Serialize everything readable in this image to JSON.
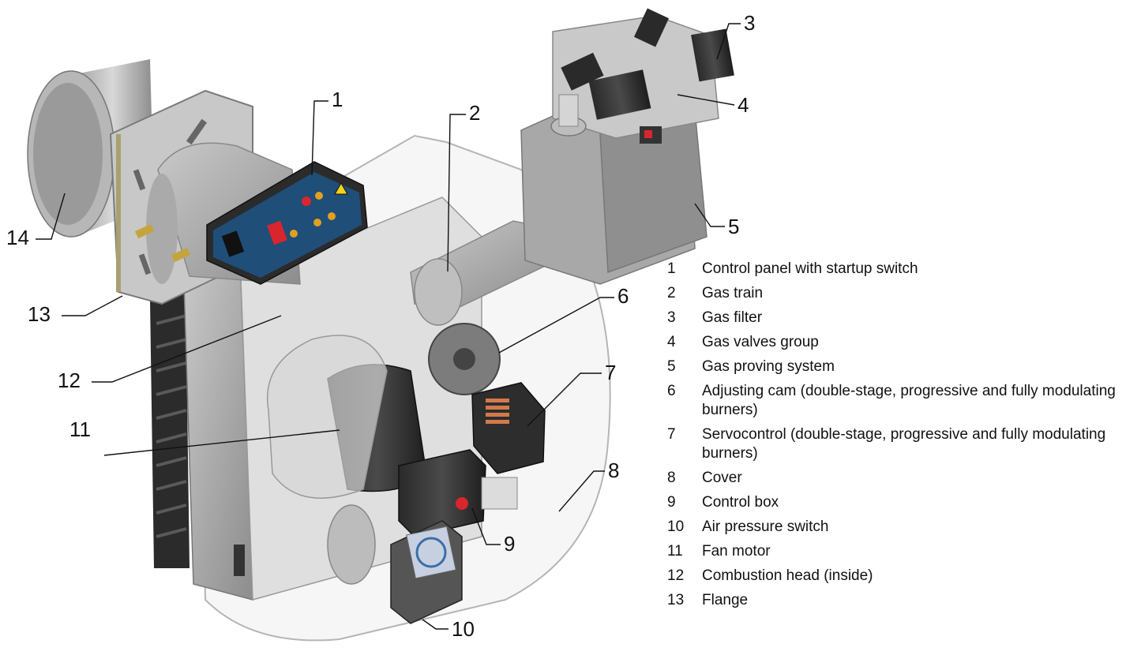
{
  "callouts": [
    {
      "num": "1"
    },
    {
      "num": "2"
    },
    {
      "num": "3"
    },
    {
      "num": "4"
    },
    {
      "num": "5"
    },
    {
      "num": "6"
    },
    {
      "num": "7"
    },
    {
      "num": "8"
    },
    {
      "num": "9"
    },
    {
      "num": "10"
    },
    {
      "num": "11"
    },
    {
      "num": "12"
    },
    {
      "num": "13"
    },
    {
      "num": "14"
    }
  ],
  "legend": [
    {
      "num": "1",
      "text": "Control panel with startup switch"
    },
    {
      "num": "2",
      "text": "Gas train"
    },
    {
      "num": "3",
      "text": "Gas filter"
    },
    {
      "num": "4",
      "text": "Gas valves group"
    },
    {
      "num": "5",
      "text": "Gas proving system"
    },
    {
      "num": "6",
      "text": "Adjusting cam (double-stage, progressive and fully modulating burners)"
    },
    {
      "num": "7",
      "text": "Servocontrol (double-stage, progressive and fully modulating burners)"
    },
    {
      "num": "8",
      "text": "Cover"
    },
    {
      "num": "9",
      "text": "Control box"
    },
    {
      "num": "10",
      "text": "Air pressure switch"
    },
    {
      "num": "11",
      "text": "Fan motor"
    },
    {
      "num": "12",
      "text": "Combustion head (inside)"
    },
    {
      "num": "13",
      "text": "Flange"
    }
  ],
  "colors": {
    "panel_blue": "#1f4e79",
    "switch_red": "#d8262c",
    "body_grey": "#9a9a9a",
    "housing_outline": "#b5b5b5"
  }
}
